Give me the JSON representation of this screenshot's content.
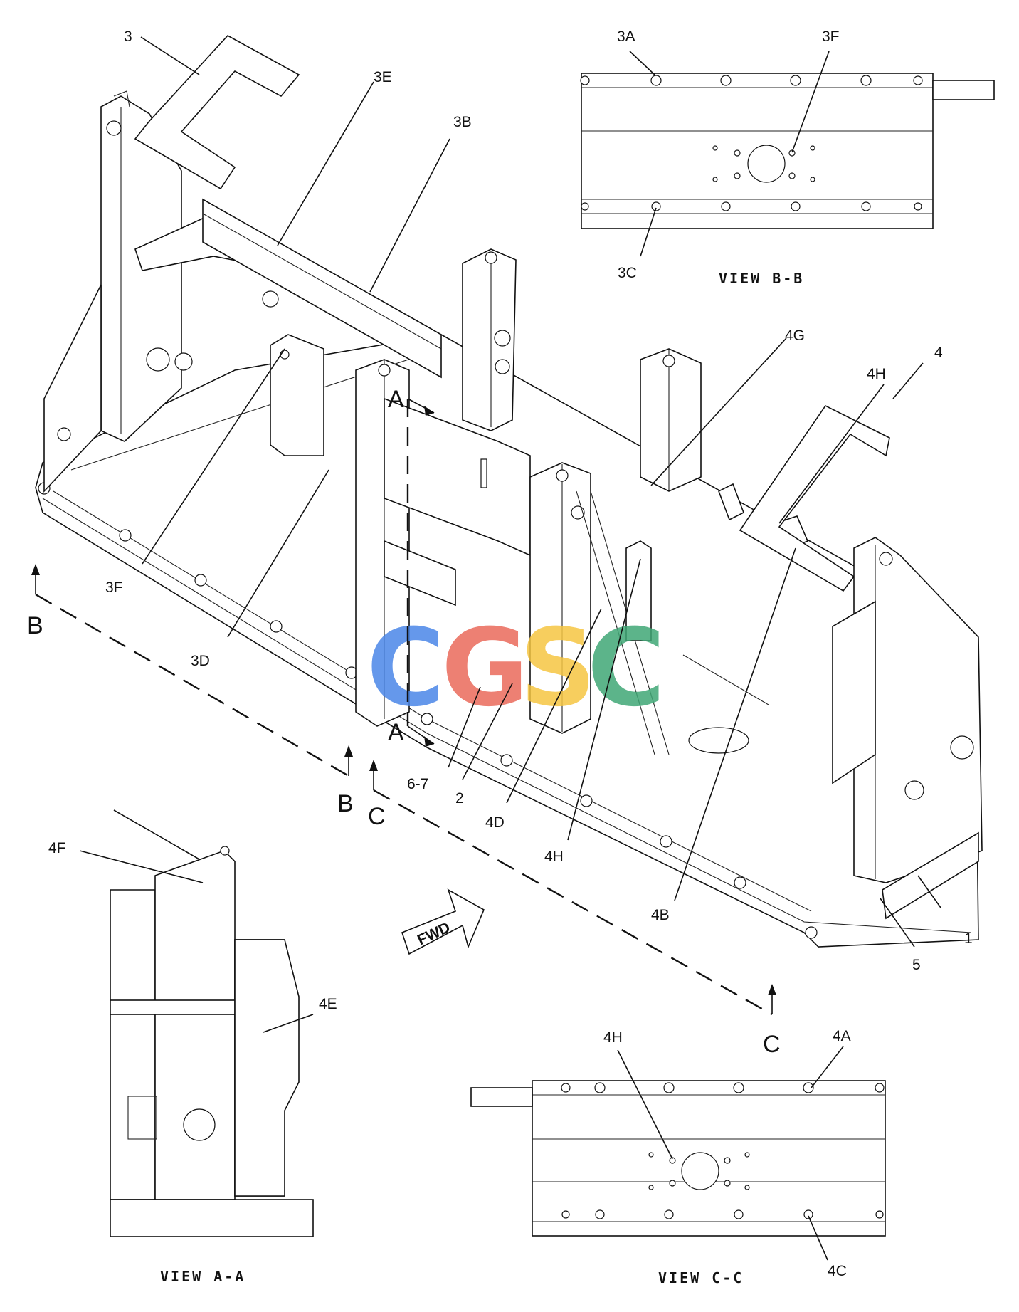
{
  "callouts": {
    "c3": "3",
    "c3e": "3E",
    "c3b": "3B",
    "c3f_main": "3F",
    "c3d": "3D",
    "c4g": "4G",
    "c4h_top": "4H",
    "c4": "4",
    "c67": "6-7",
    "c2": "2",
    "c4d": "4D",
    "c4h_mid": "4H",
    "c4b": "4B",
    "c1": "1",
    "c5": "5",
    "c3a": "3A",
    "c3f_view": "3F",
    "c3c": "3C",
    "c4f": "4F",
    "c4e": "4E",
    "c4h_view": "4H",
    "c4a": "4A",
    "c4c": "4C"
  },
  "section_markers": {
    "a_top": "A",
    "a_bottom": "A",
    "b_left": "B",
    "b_right": "B",
    "c_left": "C",
    "c_right": "C"
  },
  "view_captions": {
    "view_bb": "VIEW B-B",
    "view_aa": "VIEW A-A",
    "view_cc": "VIEW C-C"
  },
  "fwd_label": "FWD",
  "watermark": {
    "text": "CGSC",
    "colors": [
      "#4a86e8",
      "#ea6a5a",
      "#f6c542",
      "#3fa776"
    ]
  }
}
